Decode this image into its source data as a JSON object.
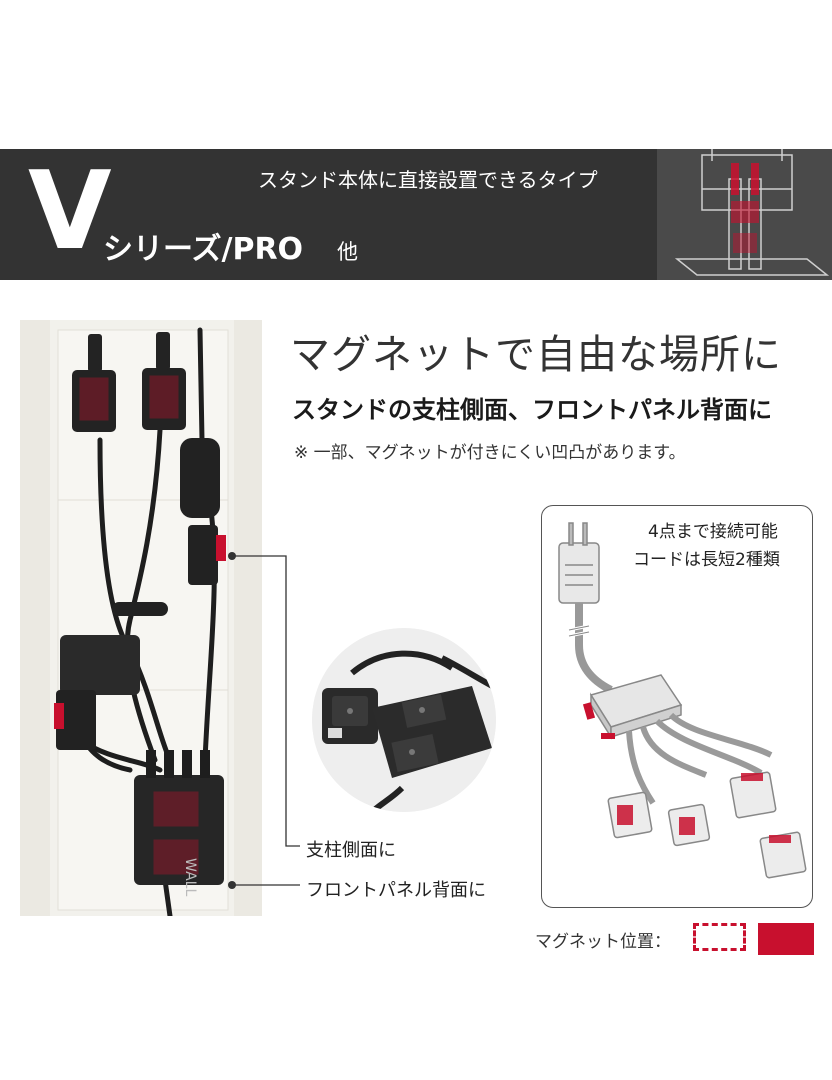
{
  "header": {
    "letter": "V",
    "tagline": "スタンド本体に直接設置できるタイプ",
    "series_name": "シリーズ/PRO",
    "series_suffix": "他"
  },
  "headline": {
    "main": "マグネットで自由な場所に",
    "sub": "スタンドの支柱側面、フロントパネル背面に",
    "note": "※ 一部、マグネットが付きにくい凹凸があります。"
  },
  "photo": {
    "brand_mark": "WALL"
  },
  "callouts": {
    "pillar_side": "支柱側面に",
    "front_panel_back": "フロントパネル背面に"
  },
  "diagram": {
    "line1": "4点まで接続可能",
    "line2": "コードは長短2種類"
  },
  "legend": {
    "label": "マグネット位置："
  },
  "colors": {
    "band": "#333333",
    "accent_red": "#c8102e",
    "photo_bg": "#f2f1ec"
  }
}
